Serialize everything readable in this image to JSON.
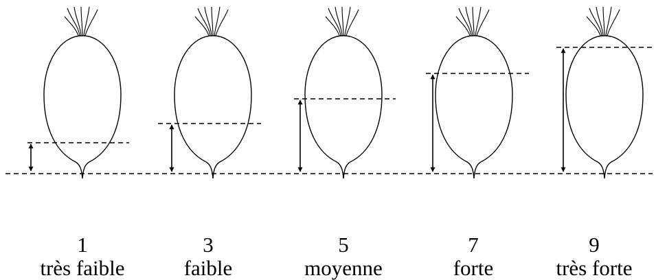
{
  "colors": {
    "ink": "#000000",
    "background": "#ffffff"
  },
  "levels": [
    {
      "number": "1",
      "label": "très faible"
    },
    {
      "number": "3",
      "label": "faible"
    },
    {
      "number": "5",
      "label": "moyenne"
    },
    {
      "number": "7",
      "label": "forte"
    },
    {
      "number": "9",
      "label": "très forte"
    }
  ]
}
